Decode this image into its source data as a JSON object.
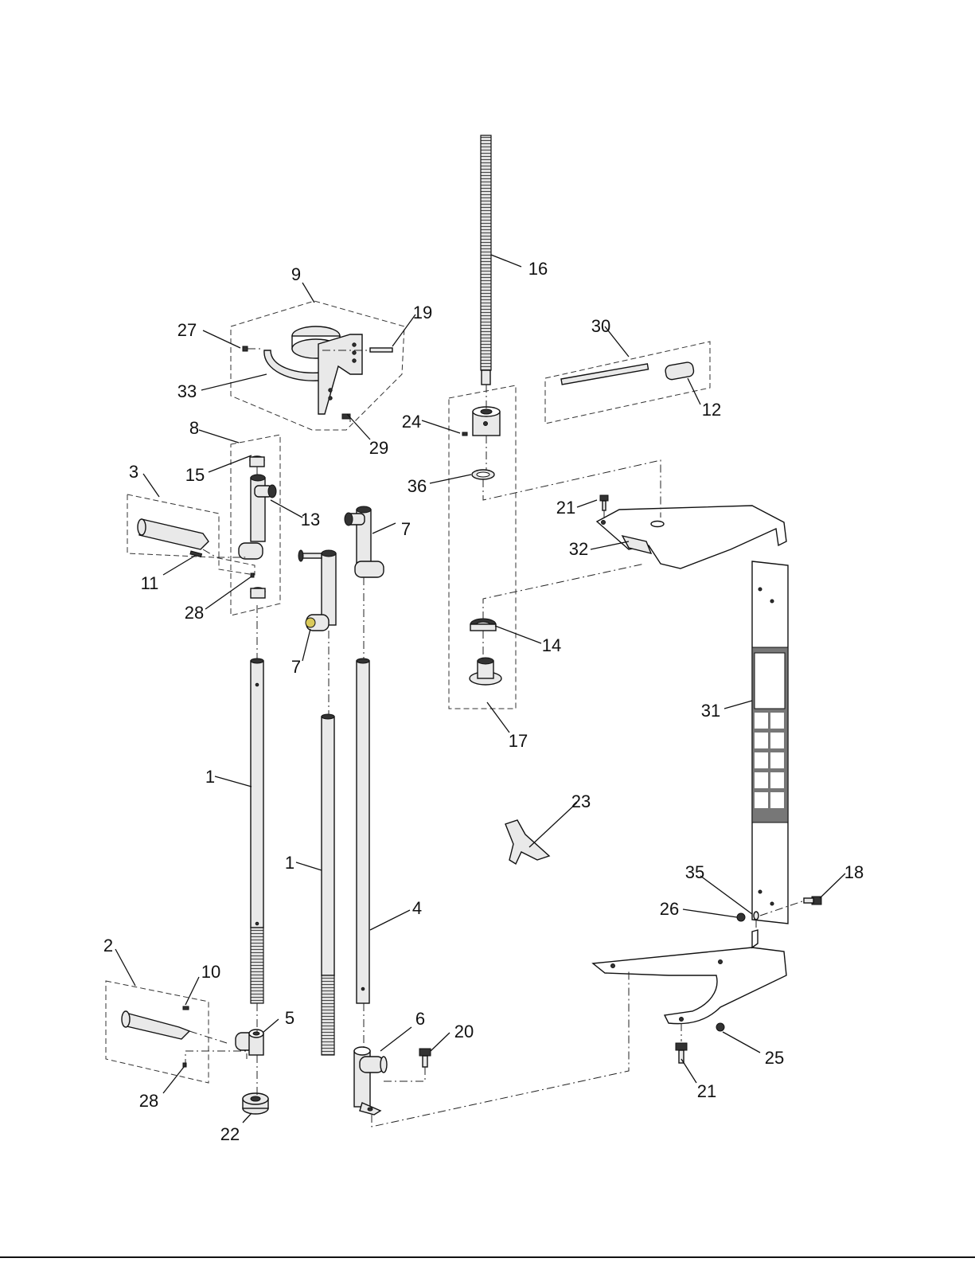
{
  "labels": [
    {
      "text": "9"
    },
    {
      "text": "16"
    },
    {
      "text": "19"
    },
    {
      "text": "27"
    },
    {
      "text": "30"
    },
    {
      "text": "33"
    },
    {
      "text": "12"
    },
    {
      "text": "24"
    },
    {
      "text": "8"
    },
    {
      "text": "29"
    },
    {
      "text": "3"
    },
    {
      "text": "15"
    },
    {
      "text": "36"
    },
    {
      "text": "13"
    },
    {
      "text": "21"
    },
    {
      "text": "7"
    },
    {
      "text": "32"
    },
    {
      "text": "11"
    },
    {
      "text": "28"
    },
    {
      "text": "7"
    },
    {
      "text": "14"
    },
    {
      "text": "17"
    },
    {
      "text": "31"
    },
    {
      "text": "1"
    },
    {
      "text": "23"
    },
    {
      "text": "1"
    },
    {
      "text": "35"
    },
    {
      "text": "18"
    },
    {
      "text": "4"
    },
    {
      "text": "26"
    },
    {
      "text": "2"
    },
    {
      "text": "10"
    },
    {
      "text": "5"
    },
    {
      "text": "6"
    },
    {
      "text": "20"
    },
    {
      "text": "25"
    },
    {
      "text": "28"
    },
    {
      "text": "21"
    },
    {
      "text": "22"
    }
  ]
}
